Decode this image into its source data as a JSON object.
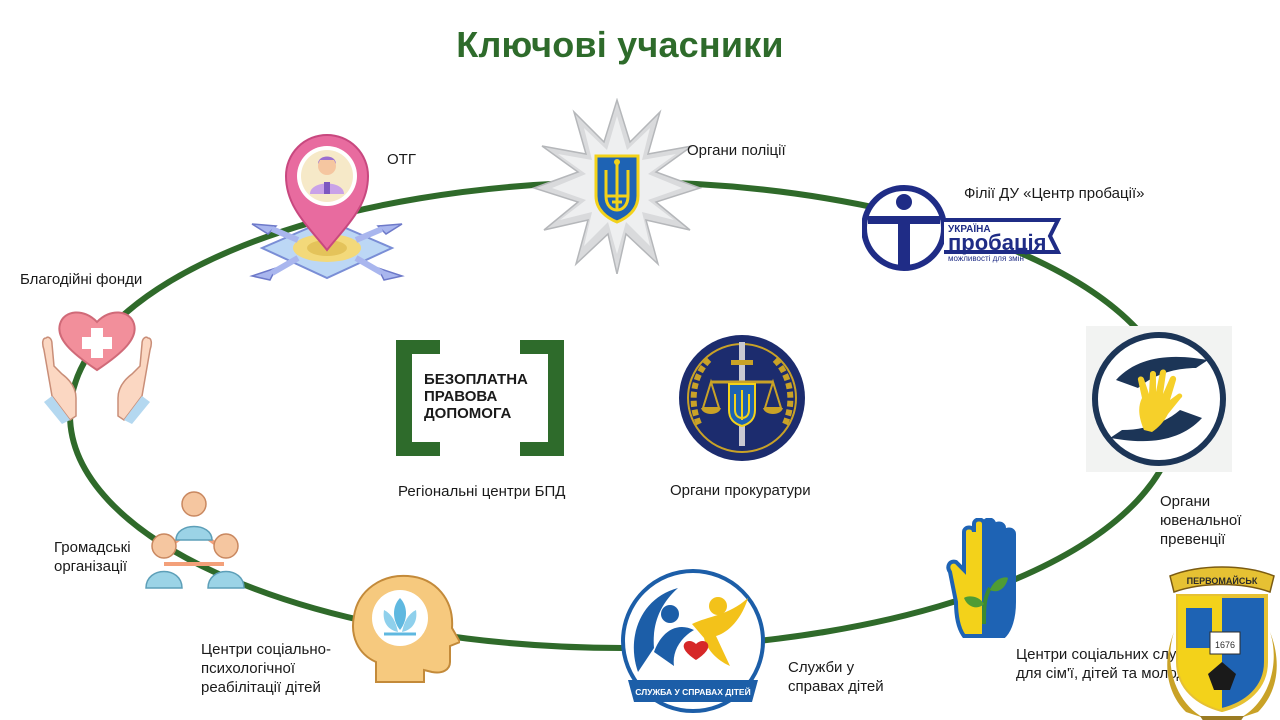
{
  "slide": {
    "title": "Ключові учасники",
    "colors": {
      "title_green": "#2e6b2b",
      "ring_green": "#2f6a2a",
      "navy": "#1c3557",
      "ua_blue": "#1e63b4",
      "ua_yellow": "#f3d21a"
    }
  },
  "participants": {
    "otg": {
      "label": "ОТГ",
      "icon": "location-pin-person-icon"
    },
    "police": {
      "label": "Органи поліції",
      "icon": "police-star-emblem-icon"
    },
    "probation": {
      "label": "Філії ДУ «Центр пробації»",
      "logo_top": "УКРАЇНА",
      "logo_main": "пробація",
      "logo_bottom": "можливості для змін",
      "icon": "probation-logo-icon"
    },
    "juvenile": {
      "label": "Органи ювенальної превенції",
      "icon": "hands-palm-icon"
    },
    "social_centers": {
      "label": "Центри соціальних служб для сім'ї, дітей та молоді",
      "icon": "hand-sprout-icon"
    },
    "city_emblem": {
      "text": "ПЕРВОМАЙСЬК",
      "year": "1676",
      "icon": "city-coat-of-arms-icon"
    },
    "children_services": {
      "label": "Служби у справах дітей",
      "logo_text": "СЛУЖБА У СПРАВАХ ДІТЕЙ",
      "icon": "children-service-logo-icon"
    },
    "rehab": {
      "label": "Центри соціально-психологічної реабілітації дітей",
      "icon": "head-lotus-icon"
    },
    "ngo": {
      "label": "Громадські організації",
      "icon": "people-network-icon"
    },
    "charity": {
      "label": "Благодійні фонди",
      "icon": "hands-heart-icon"
    },
    "bpd": {
      "label": "Регіональні центри БПД",
      "logo_lines": [
        "БЕЗОПЛАТНА",
        "ПРАВОВА",
        "ДОПОМОГА"
      ],
      "icon": "legal-aid-brackets-icon"
    },
    "prosecutor": {
      "label": "Органи прокуратури",
      "icon": "prosecutor-emblem-icon"
    }
  }
}
